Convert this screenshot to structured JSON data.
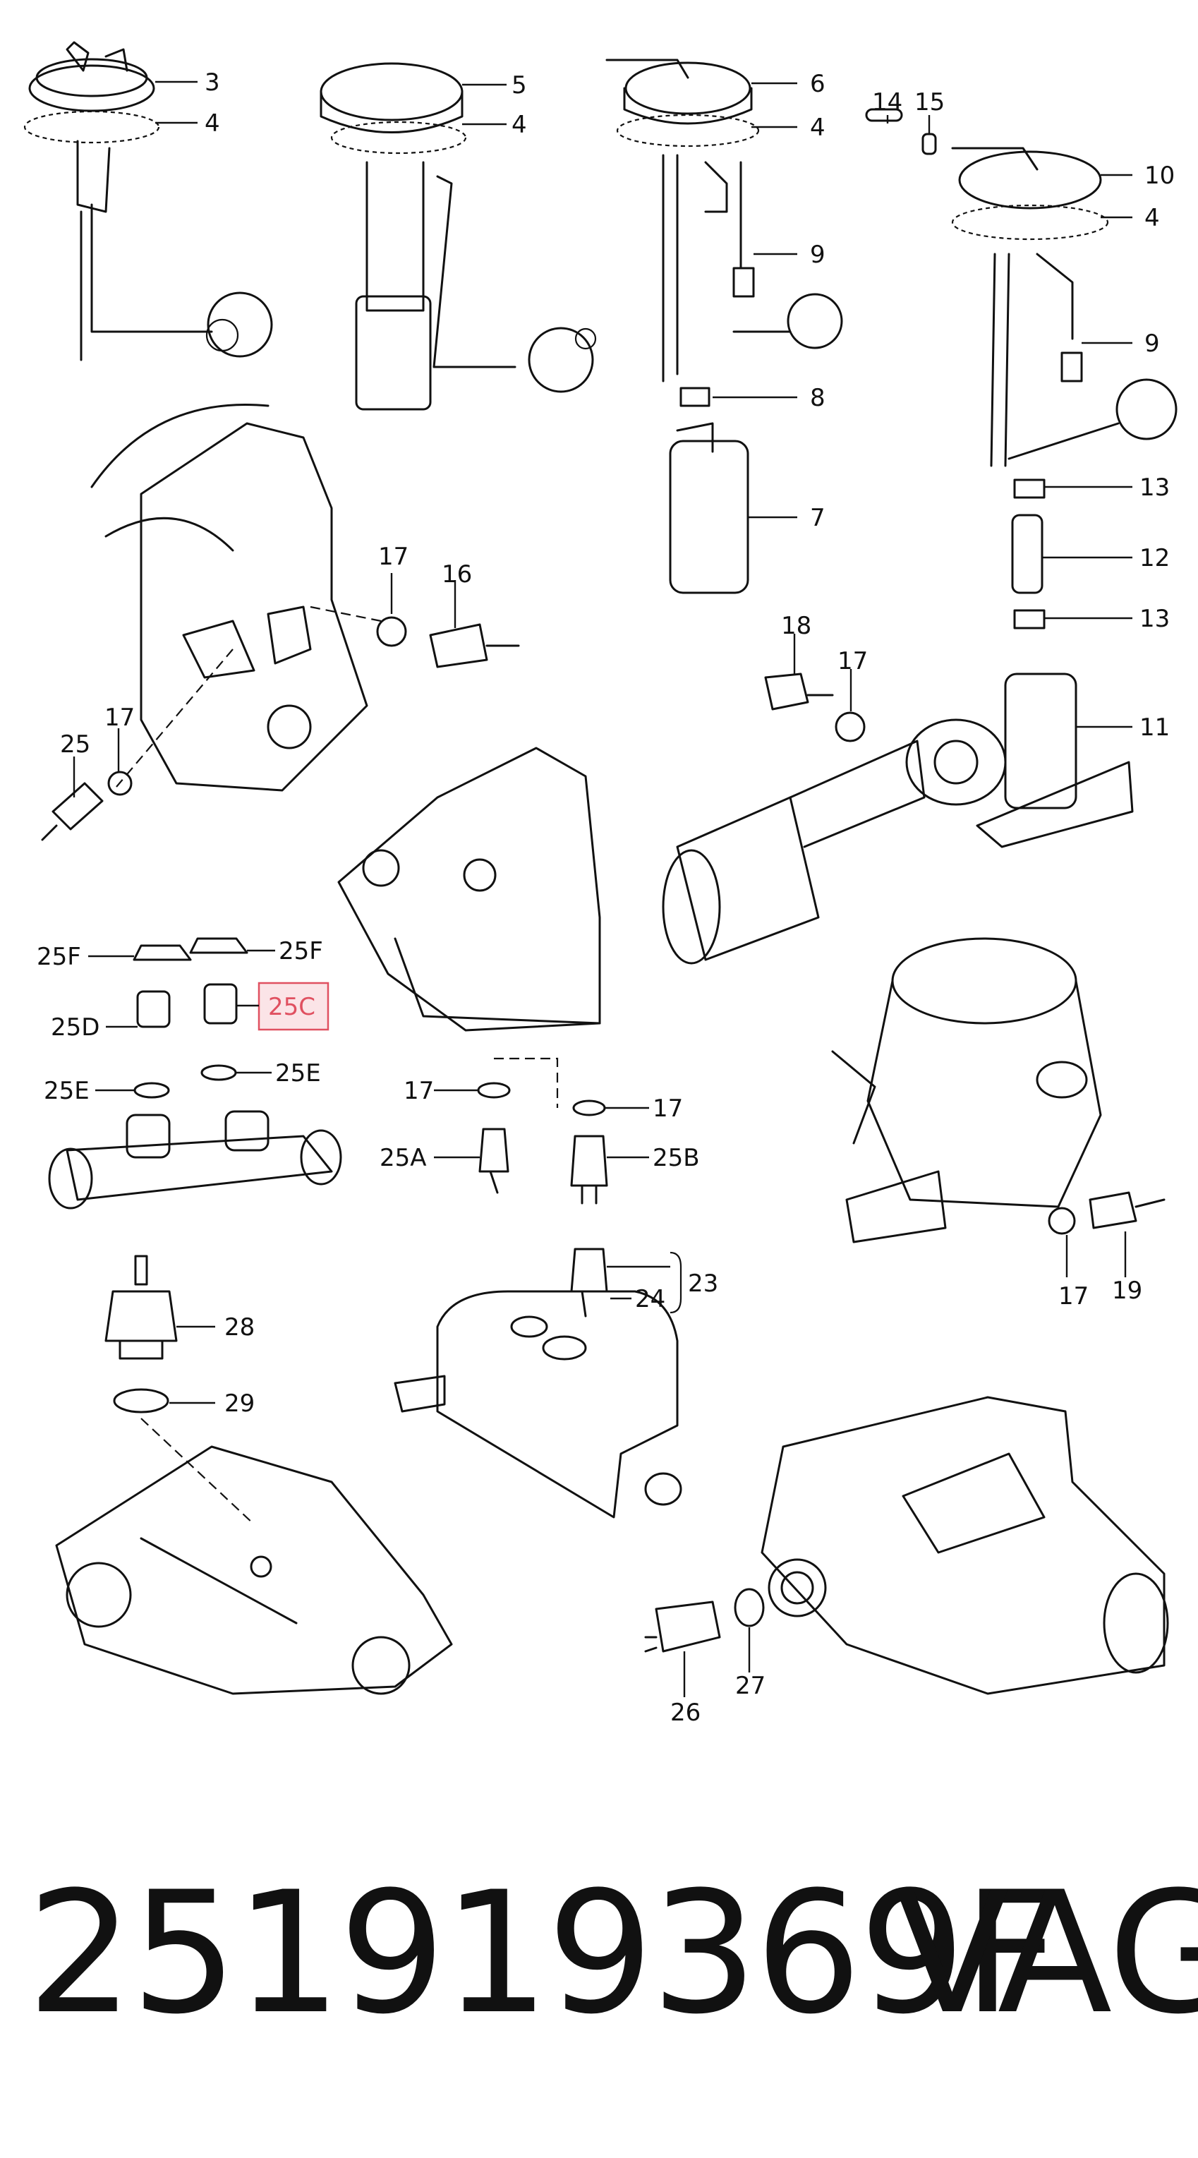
{
  "diagram": {
    "callouts": [
      {
        "id": "c3",
        "text": "3"
      },
      {
        "id": "c4a",
        "text": "4"
      },
      {
        "id": "c5",
        "text": "5"
      },
      {
        "id": "c4b",
        "text": "4"
      },
      {
        "id": "c6",
        "text": "6"
      },
      {
        "id": "c4c",
        "text": "4"
      },
      {
        "id": "c9a",
        "text": "9"
      },
      {
        "id": "c8",
        "text": "8"
      },
      {
        "id": "c7",
        "text": "7"
      },
      {
        "id": "c14",
        "text": "14"
      },
      {
        "id": "c15",
        "text": "15"
      },
      {
        "id": "c10",
        "text": "10"
      },
      {
        "id": "c4d",
        "text": "4"
      },
      {
        "id": "c9b",
        "text": "9"
      },
      {
        "id": "c13a",
        "text": "13"
      },
      {
        "id": "c12",
        "text": "12"
      },
      {
        "id": "c13b",
        "text": "13"
      },
      {
        "id": "c11",
        "text": "11"
      },
      {
        "id": "c17a",
        "text": "17"
      },
      {
        "id": "c16",
        "text": "16"
      },
      {
        "id": "c18",
        "text": "18"
      },
      {
        "id": "c17b",
        "text": "17"
      },
      {
        "id": "c25",
        "text": "25"
      },
      {
        "id": "c17c",
        "text": "17"
      },
      {
        "id": "c25Fl",
        "text": "25F"
      },
      {
        "id": "c25Fr",
        "text": "25F"
      },
      {
        "id": "c25D",
        "text": "25D"
      },
      {
        "id": "c25C",
        "text": "25C"
      },
      {
        "id": "c25El",
        "text": "25E"
      },
      {
        "id": "c25Er",
        "text": "25E"
      },
      {
        "id": "c17d",
        "text": "17"
      },
      {
        "id": "c17e",
        "text": "17"
      },
      {
        "id": "c25A",
        "text": "25A"
      },
      {
        "id": "c25B",
        "text": "25B"
      },
      {
        "id": "c17f",
        "text": "17"
      },
      {
        "id": "c19",
        "text": "19"
      },
      {
        "id": "c23",
        "text": "23"
      },
      {
        "id": "c24",
        "text": "24"
      },
      {
        "id": "c28",
        "text": "28"
      },
      {
        "id": "c29",
        "text": "29"
      },
      {
        "id": "c27",
        "text": "27"
      },
      {
        "id": "c26",
        "text": "26"
      }
    ],
    "highlight_color": "#e05060"
  },
  "footer": {
    "part_number": "251919369F",
    "brand": "VAG"
  }
}
